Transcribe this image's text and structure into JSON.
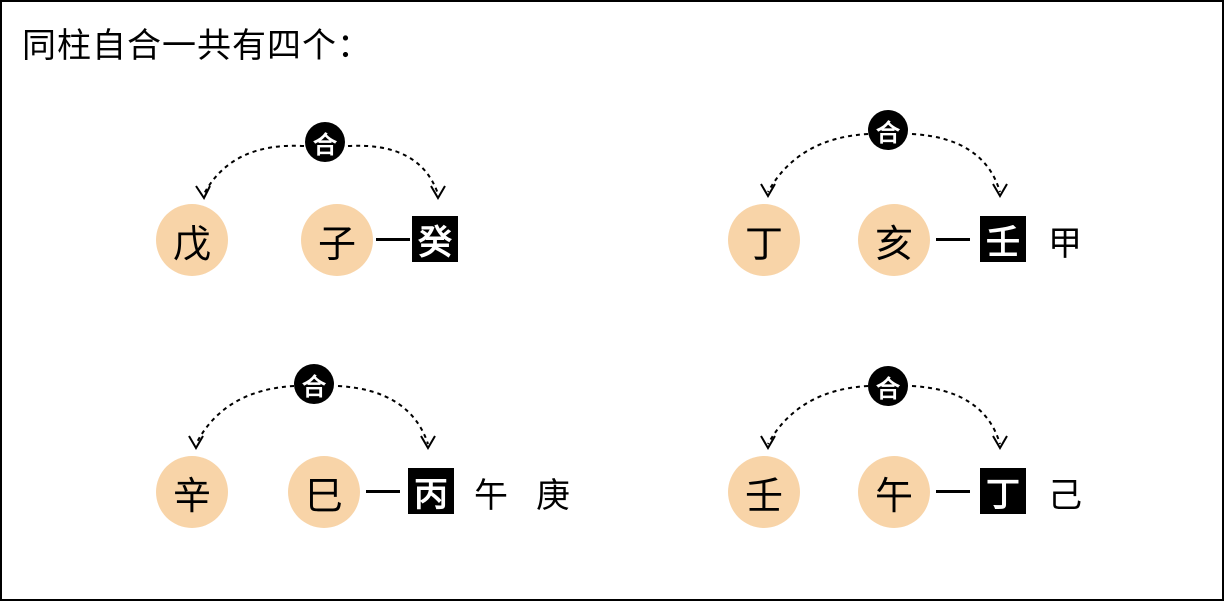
{
  "title": "同柱自合一共有四个：",
  "groups": [
    {
      "badge": "合",
      "stem": "戊",
      "branch": "子",
      "hidden": "癸",
      "extra1": "",
      "extra2": ""
    },
    {
      "badge": "合",
      "stem": "丁",
      "branch": "亥",
      "hidden": "壬",
      "extra1": "甲",
      "extra2": ""
    },
    {
      "badge": "合",
      "stem": "辛",
      "branch": "巳",
      "hidden": "丙",
      "extra1": "午",
      "extra2": "庚"
    },
    {
      "badge": "合",
      "stem": "壬",
      "branch": "午",
      "hidden": "丁",
      "extra1": "己",
      "extra2": ""
    }
  ],
  "colors": {
    "circle_fill": "#f8d4a8",
    "badge_fill": "#000000",
    "box_fill": "#000000"
  }
}
